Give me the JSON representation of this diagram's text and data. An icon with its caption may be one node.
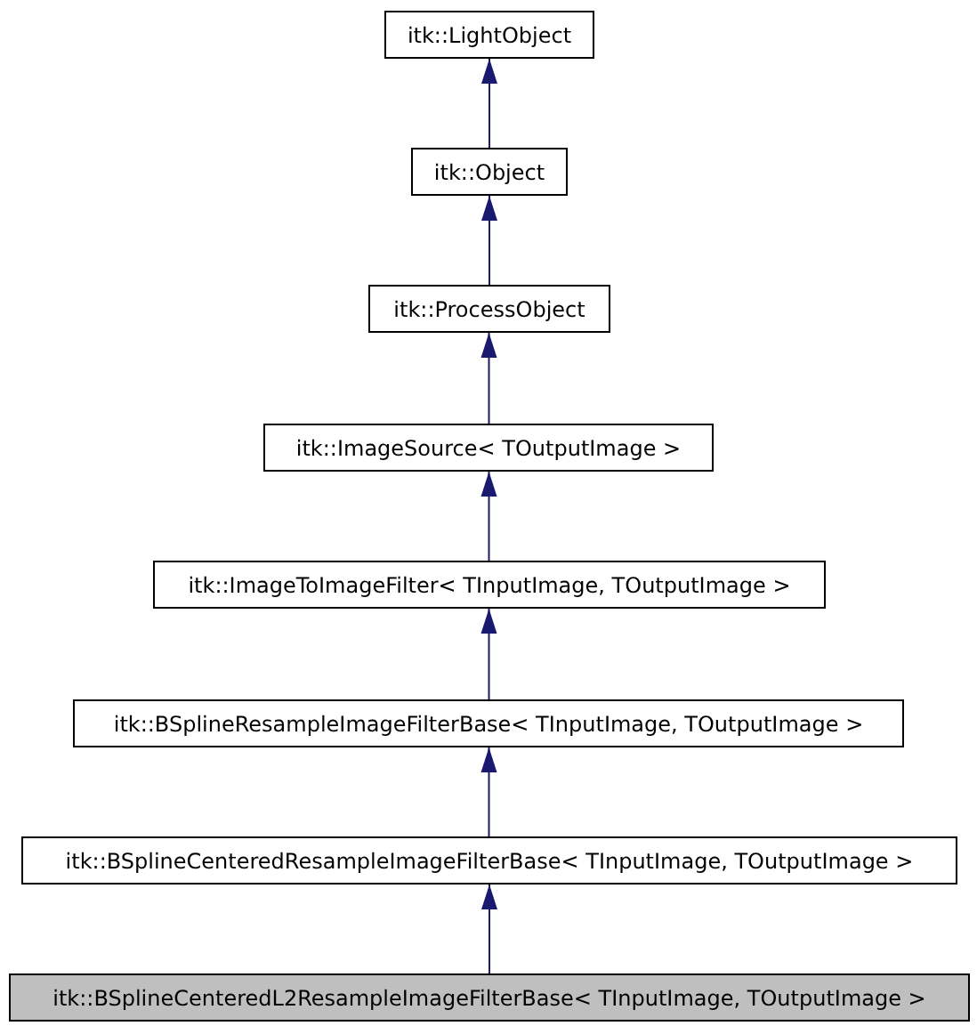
{
  "diagram": {
    "nodes": [
      {
        "text": [
          "itk::LightObject"
        ]
      },
      {
        "text": [
          "itk::Object"
        ]
      },
      {
        "text": [
          "itk::ProcessObject"
        ]
      },
      {
        "text": [
          "itk::ImageSource< TOutputImage >"
        ]
      },
      {
        "text": [
          "itk::ImageToImageFilter< TInputImage, TOutputImage >"
        ]
      },
      {
        "text": [
          "itk::BSplineResampleImageFilterBase< TInputImage, TOutputImage >"
        ]
      },
      {
        "text": [
          "itk::BSplineCenteredResampleImageFilterBase< TInputImage, TOutputImage >"
        ]
      },
      {
        "text": [
          "itk::BSplineCenteredL2ResampleImageFilterBase< TInputImage, TOutputImage >"
        ]
      }
    ],
    "edges": [
      {
        "from": 1,
        "to": 0,
        "arrow": "to"
      },
      {
        "from": 2,
        "to": 1,
        "arrow": "to"
      },
      {
        "from": 3,
        "to": 2,
        "arrow": "to"
      },
      {
        "from": 4,
        "to": 3,
        "arrow": "to"
      },
      {
        "from": 5,
        "to": 4,
        "arrow": "to"
      },
      {
        "from": 6,
        "to": 5,
        "arrow": "to"
      },
      {
        "from": 7,
        "to": 6,
        "arrow": "to"
      }
    ]
  }
}
